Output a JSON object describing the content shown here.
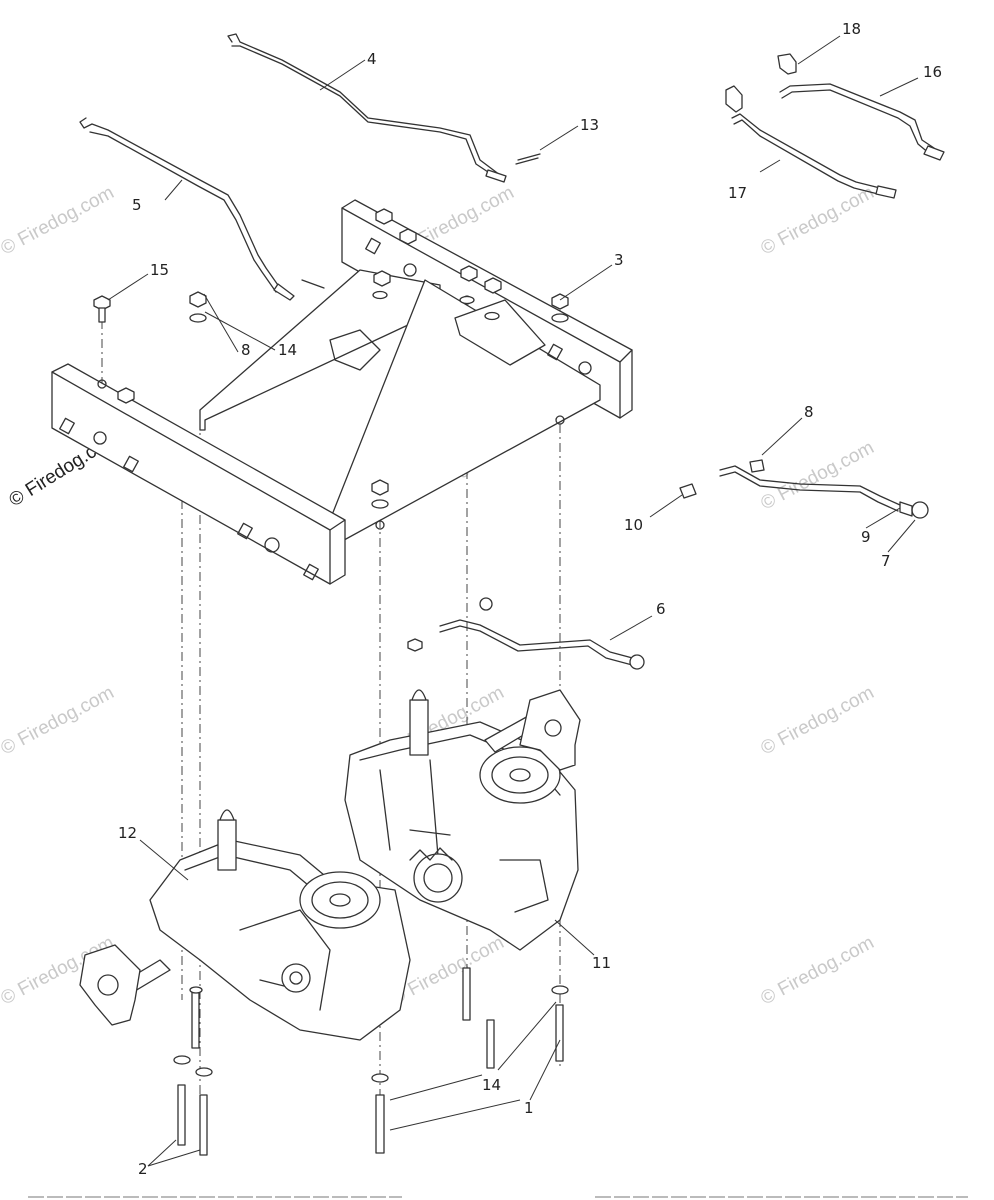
{
  "watermark": "© Firedog.com",
  "callouts": [
    "1",
    "2",
    "3",
    "4",
    "5",
    "6",
    "7",
    "8",
    "9",
    "10",
    "11",
    "12",
    "13",
    "14",
    "15",
    "16",
    "17",
    "18"
  ]
}
